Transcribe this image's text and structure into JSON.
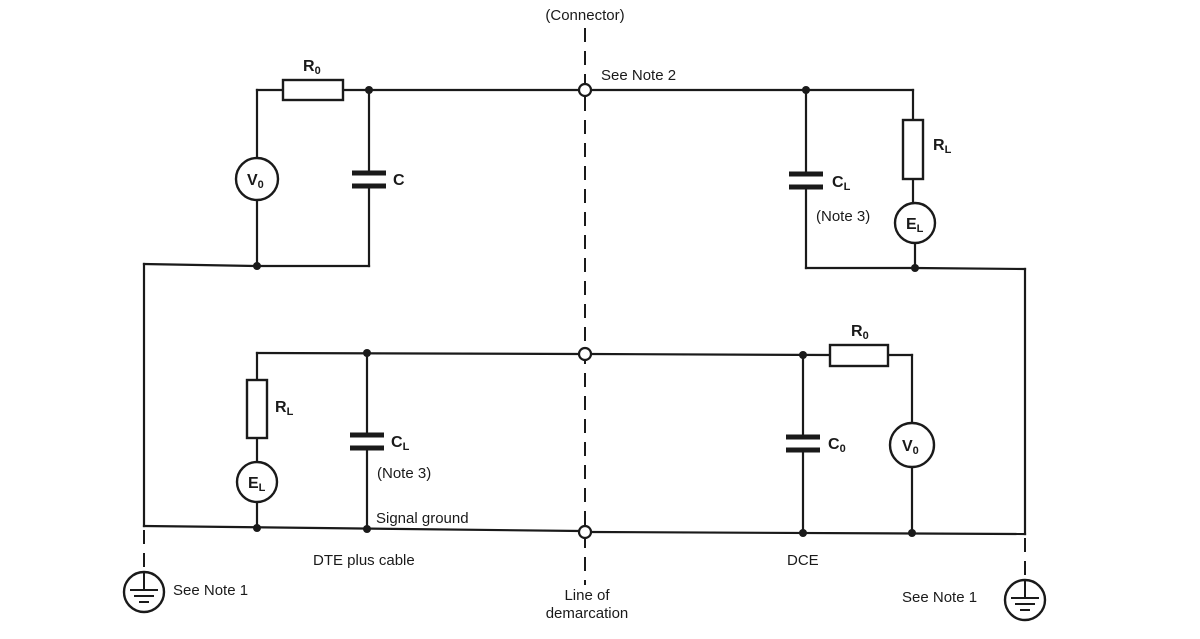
{
  "labels": {
    "connector": "(Connector)",
    "see_note_2": "See Note 2",
    "see_note_1_left": "See Note 1",
    "see_note_1_right": "See Note 1",
    "note_3_top": "(Note 3)",
    "note_3_bottom": "(Note 3)",
    "signal_ground": "Signal ground",
    "dte_plus_cable": "DTE plus cable",
    "dce": "DCE",
    "line_of": "Line of",
    "demarcation": "demarcation"
  },
  "components": {
    "r0_top": {
      "main": "R",
      "sub": "0"
    },
    "v0_top": {
      "main": "V",
      "sub": "0"
    },
    "c_top": {
      "main": "C",
      "sub": ""
    },
    "cl_top": {
      "main": "C",
      "sub": "L"
    },
    "rl_top": {
      "main": "R",
      "sub": "L"
    },
    "el_top": {
      "main": "E",
      "sub": "L"
    },
    "rl_bot": {
      "main": "R",
      "sub": "L"
    },
    "el_bot": {
      "main": "E",
      "sub": "L"
    },
    "cl_bot": {
      "main": "C",
      "sub": "L"
    },
    "r0_bot": {
      "main": "R",
      "sub": "0"
    },
    "c0_bot": {
      "main": "C",
      "sub": "0"
    },
    "v0_bot": {
      "main": "V",
      "sub": "0"
    }
  }
}
